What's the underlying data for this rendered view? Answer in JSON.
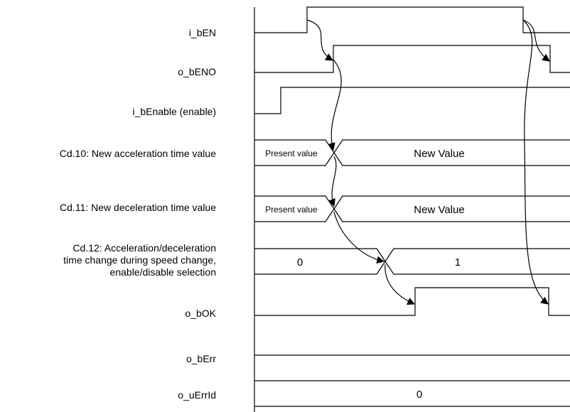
{
  "signals": [
    {
      "id": "i_bEN",
      "label": "i_bEN"
    },
    {
      "id": "o_bENO",
      "label": "o_bENO"
    },
    {
      "id": "i_bEnable",
      "label": "i_bEnable (enable)"
    },
    {
      "id": "cd10",
      "label": "Cd.10: New acceleration time value"
    },
    {
      "id": "cd11",
      "label": "Cd.11: New deceleration time value"
    },
    {
      "id": "cd12",
      "label_lines": [
        "Cd.12: Acceleration/deceleration",
        "time change during speed change,",
        "enable/disable selection"
      ]
    },
    {
      "id": "o_bOK",
      "label": "o_bOK"
    },
    {
      "id": "o_bErr",
      "label": "o_bErr"
    },
    {
      "id": "o_uErrId",
      "label": "o_uErrId"
    }
  ],
  "bus_values": {
    "cd10_before": "Present value",
    "cd10_after": "New Value",
    "cd11_before": "Present value",
    "cd11_after": "New Value",
    "cd12_before": "0",
    "cd12_after": "1",
    "errid_value": "0"
  },
  "colors": {
    "line": "#000000",
    "background": "#ffffff"
  }
}
